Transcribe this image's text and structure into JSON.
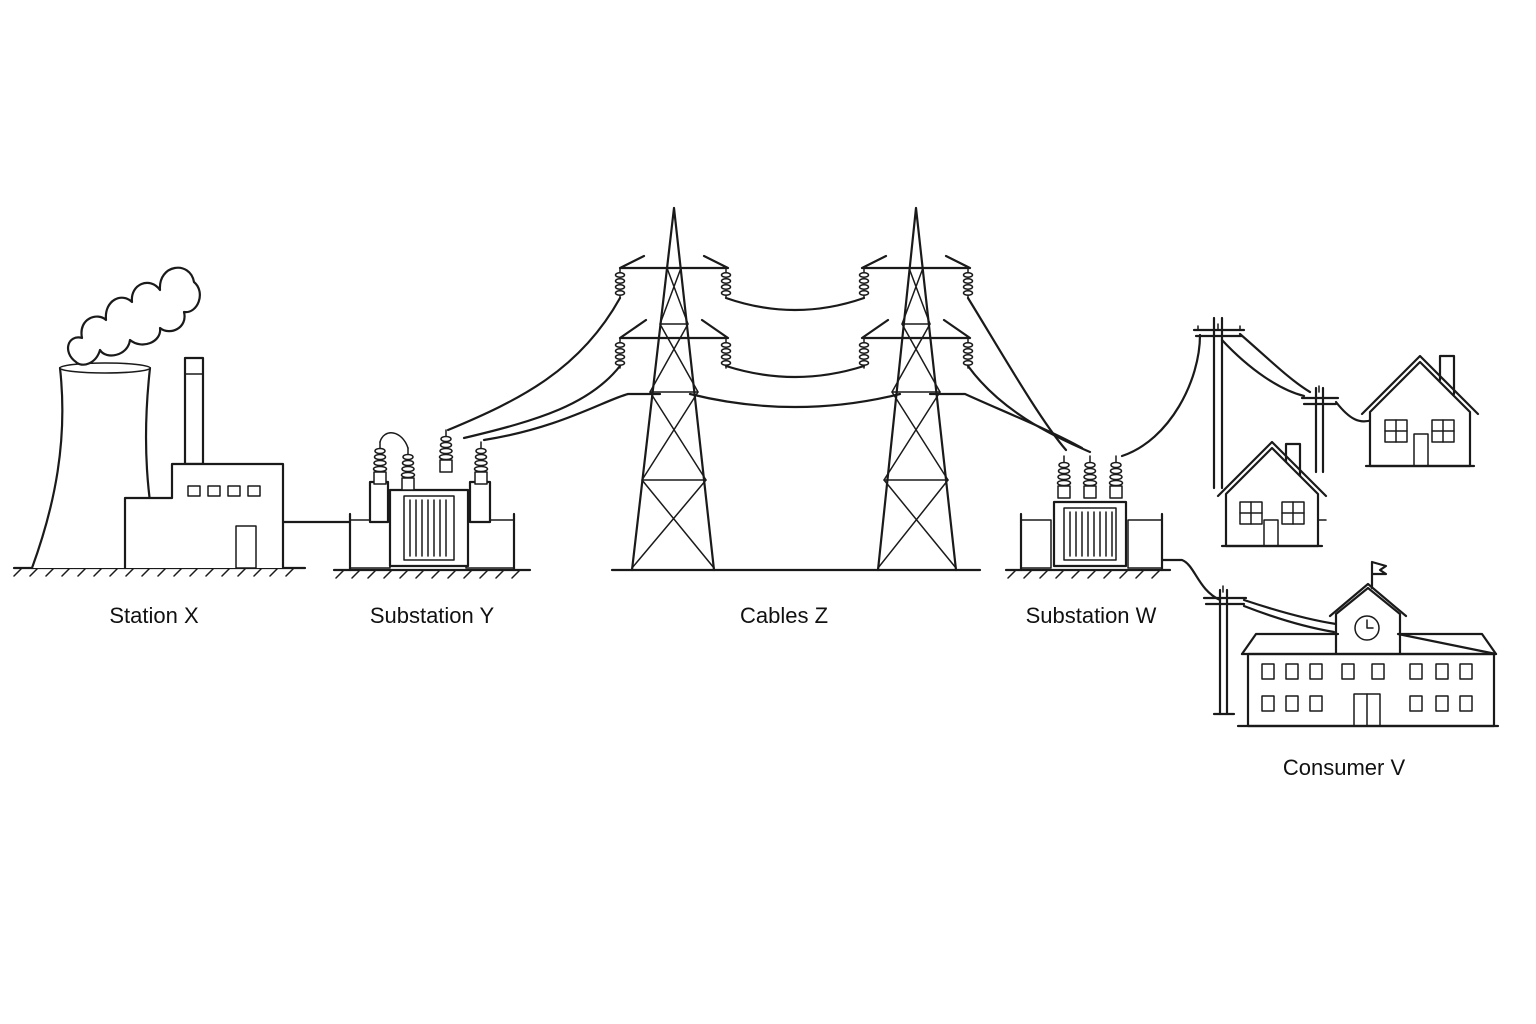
{
  "labels": {
    "station": "Station X",
    "step_up_substation": "Substation Y",
    "cables": "Cables Z",
    "step_down_substation": "Substation W",
    "consumer": "Consumer V"
  }
}
